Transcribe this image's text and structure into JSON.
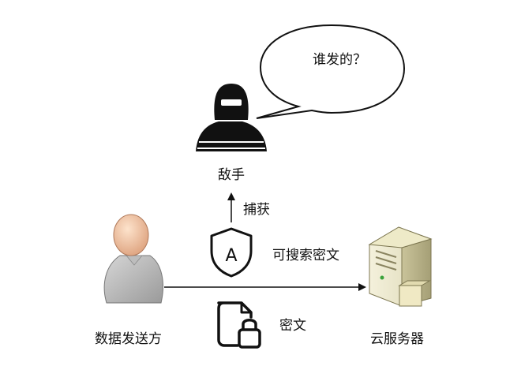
{
  "bubble": {
    "text": "谁发的？"
  },
  "adversary": {
    "label": "敌手",
    "icon": "hooded-attacker-icon"
  },
  "capture": {
    "label": "捕获"
  },
  "searchable_ciphertext": {
    "label": "可搜索密文",
    "icon": "shield-a-icon",
    "badge": "A"
  },
  "ciphertext": {
    "label": "密文",
    "icon": "locked-document-icon"
  },
  "sender": {
    "label": "数据发送方",
    "icon": "person-icon"
  },
  "server": {
    "label": "云服务器",
    "icon": "server-icon"
  }
}
